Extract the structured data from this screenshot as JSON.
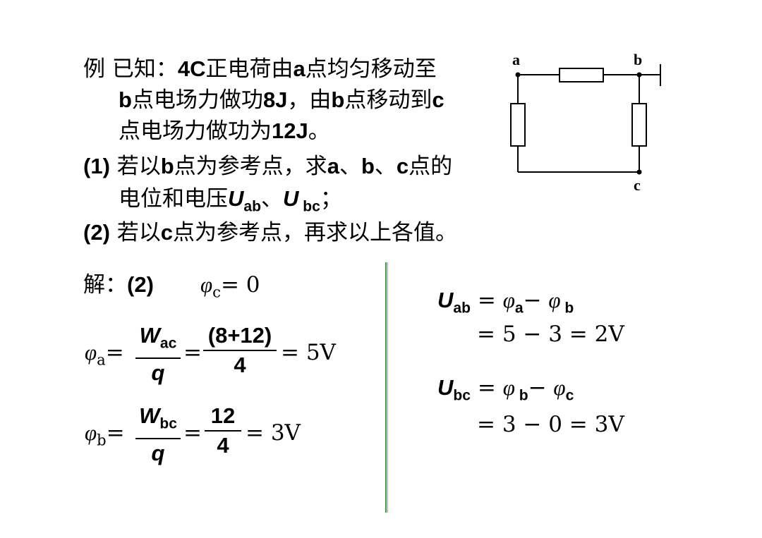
{
  "problem": {
    "line1_prefix": "例 已知：",
    "line1_a": "4C",
    "line1_b": "正电荷由",
    "line1_c": "a",
    "line1_d": "点均匀移动至",
    "line2_a": "b",
    "line2_b": "点电场力做功",
    "line2_c": "8J",
    "line2_d": "，由",
    "line2_e": "b",
    "line2_f": "点移动到",
    "line2_g": "c",
    "line3_a": "点电场力做功为",
    "line3_b": "12J",
    "line3_c": "。",
    "q1_num": "(1)",
    "q1_a": " 若以",
    "q1_b": "b",
    "q1_c": "点为参考点，求",
    "q1_d": "a",
    "q1_e": "、",
    "q1_f": "b",
    "q1_g": "、",
    "q1_h": "c",
    "q1_i": "点的",
    "q1l2_a": "电位和电压",
    "q1l2_U1": "U",
    "q1l2_sub1": "ab",
    "q1l2_b": "、",
    "q1l2_U2": "U",
    "q1l2_sub2": " bc",
    "q1l2_c": "；",
    "q2_num": "(2)",
    "q2_a": " 若以",
    "q2_b": "c",
    "q2_c": "点为参考点，再求以上各值。"
  },
  "circuit": {
    "label_a": "a",
    "label_b": "b",
    "label_c": "c"
  },
  "solution": {
    "label": "解：",
    "part": "(2)",
    "phi_c_phi": "φ",
    "phi_c_sub": "c",
    "phi_c_rest": "= 0",
    "phi_a_phi": "φ",
    "phi_a_sub": "a",
    "phi_a_eq": "=",
    "frac_a1_num_W": "W",
    "frac_a1_num_sub": "ac",
    "frac_a1_den": "q",
    "eq_sign": "=",
    "frac_a2_num": "(8+12)",
    "frac_a2_den": "4",
    "phi_a_result": "= 5V",
    "phi_b_phi": "φ",
    "phi_b_sub": "b",
    "phi_b_eq": "=",
    "frac_b1_num_W": "W",
    "frac_b1_num_sub": "bc",
    "frac_b1_den": "q",
    "frac_b2_num": "12",
    "frac_b2_den": "4",
    "phi_b_result": "= 3V"
  },
  "right": {
    "uab_U": "U",
    "uab_sub": "ab",
    "uab_eq": " = ",
    "uab_phi1": "φ",
    "uab_phi1_sub": "a",
    "uab_minus": "− ",
    "uab_phi2": "φ",
    "uab_phi2_sub": " b",
    "uab_line2": "= 5 − 3 = 2V",
    "ubc_U": "U",
    "ubc_sub": "bc",
    "ubc_eq": " = ",
    "ubc_phi1": "φ",
    "ubc_phi1_sub": " b",
    "ubc_minus": "− ",
    "ubc_phi2": "φ",
    "ubc_phi2_sub": "c",
    "ubc_line2": "= 3 − 0 = 3V"
  }
}
